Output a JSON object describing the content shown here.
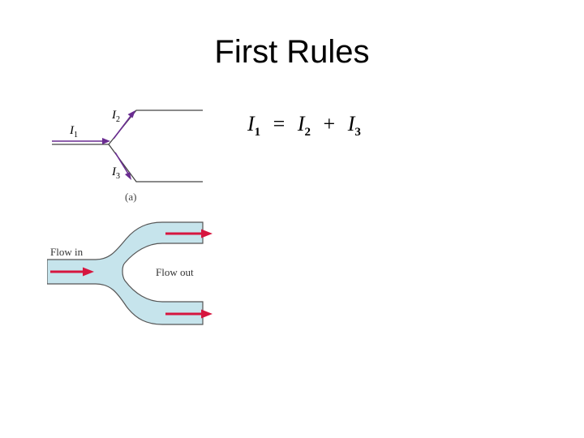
{
  "slide": {
    "title": "First Rules"
  },
  "diagram_a": {
    "in_label": "I",
    "in_sub": "1",
    "top_label": "I",
    "top_sub": "2",
    "bot_label": "I",
    "bot_sub": "3",
    "caption": "(a)",
    "arrow_color": "#6a2c91"
  },
  "diagram_b": {
    "flow_in": "Flow in",
    "flow_out": "Flow out",
    "pipe_color": "#c6e4ec",
    "arrow_color": "#d6163f"
  },
  "equation": {
    "lhs": "I",
    "lhs_sub": "1",
    "eq": "=",
    "t1": "I",
    "t1_sub": "2",
    "plus": "+",
    "t2": "I",
    "t2_sub": "3"
  }
}
